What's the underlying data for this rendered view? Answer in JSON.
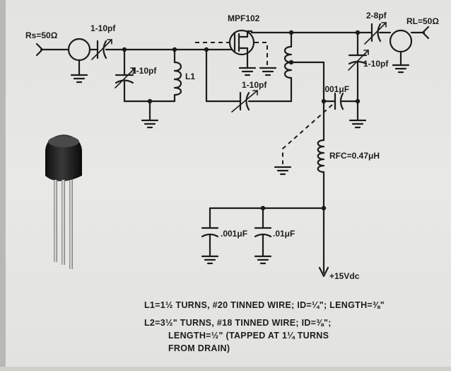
{
  "labels": {
    "rs": "Rs=50Ω",
    "c_in": "1-10pf",
    "c_shunt": "1-10pf",
    "l1": "L1",
    "fet": "MPF102",
    "c_fb": "1-10pf",
    "c_out": "2-8pf",
    "rl": "RL=50Ω",
    "c_tune": "1-10pf",
    "c_coupling": ".001μF",
    "rfc": "RFC=0.47μH",
    "c_bypass1": ".001μF",
    "c_bypass2": ".01μF",
    "supply": "+15Vdc"
  },
  "notes": {
    "l1_line": "L1=1½ TURNS, #20 TINNED WIRE; ID=¼\"; LENGTH=⅜\"",
    "l2_line1": "L2=3½\" TURNS, #18 TINNED WIRE; ID=⅜\";",
    "l2_line2": "LENGTH=½\" (TAPPED AT 1¼ TURNS",
    "l2_line3": "FROM DRAIN)"
  }
}
